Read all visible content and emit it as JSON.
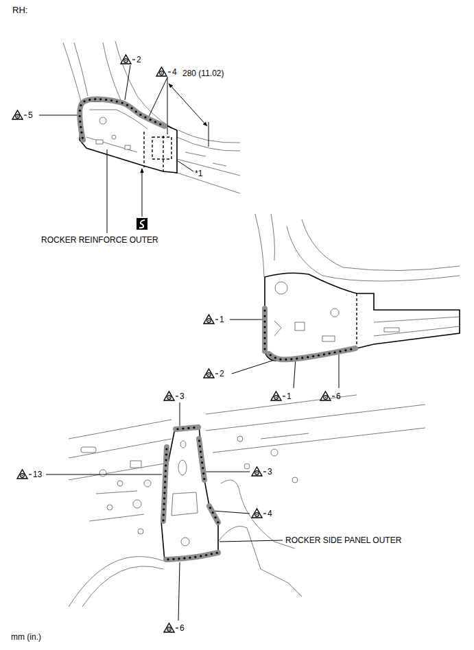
{
  "diagram": {
    "labels": [
      "RH:",
      "2",
      "4",
      "5",
      "280 (11.02)",
      "*1",
      "ROCKER REINFORCE OUTER",
      "1",
      "2",
      "1",
      "6",
      "3",
      "13",
      "3",
      "4",
      "ROCKER SIDE PANEL OUTER",
      "6",
      "mm (in.)"
    ]
  }
}
